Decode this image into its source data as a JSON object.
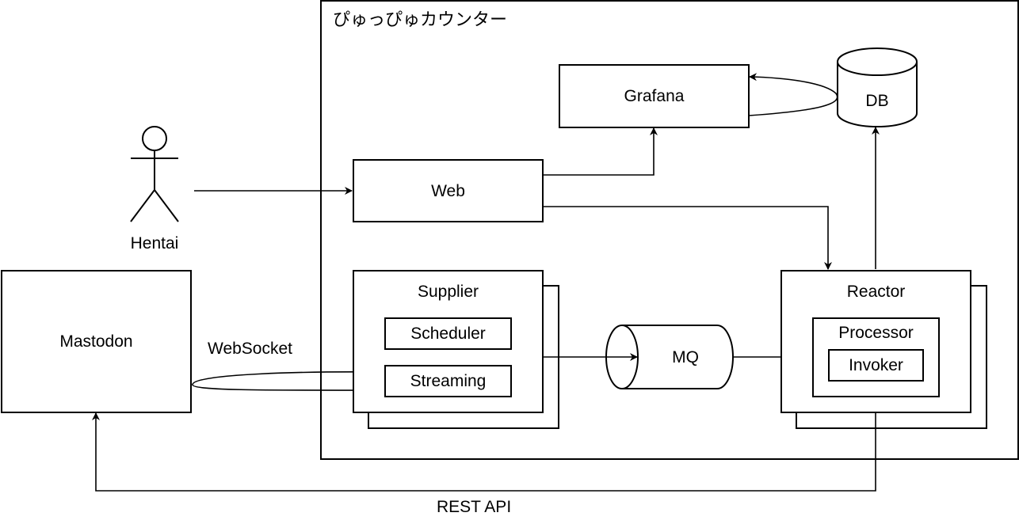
{
  "system": {
    "title": "ぴゅっぴゅカウンター"
  },
  "nodes": {
    "hentai": "Hentai",
    "mastodon": "Mastodon",
    "web": "Web",
    "grafana": "Grafana",
    "db": "DB",
    "supplier": "Supplier",
    "scheduler": "Scheduler",
    "streaming": "Streaming",
    "mq": "MQ",
    "reactor": "Reactor",
    "processor": "Processor",
    "invoker": "Invoker"
  },
  "edges": {
    "websocket": "WebSocket",
    "rest_api": "REST API"
  }
}
